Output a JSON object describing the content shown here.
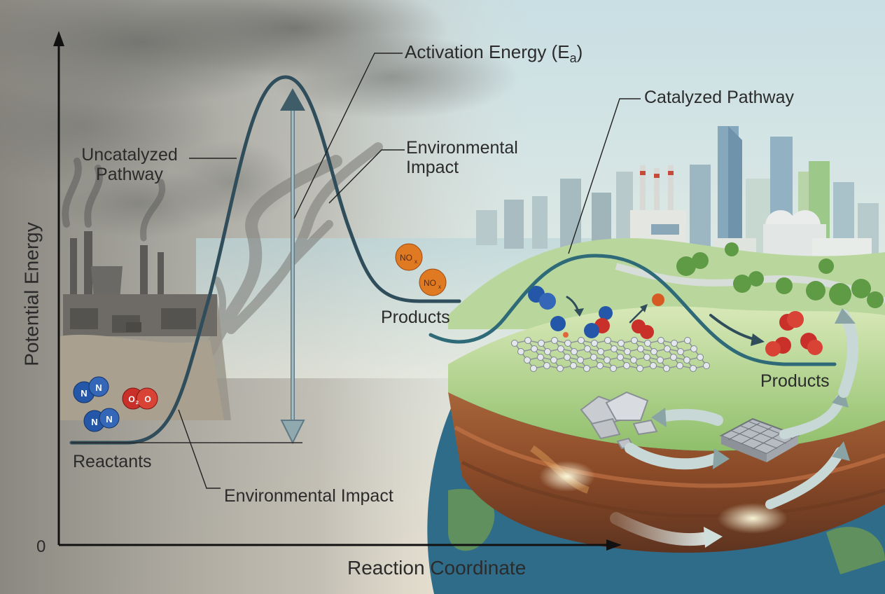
{
  "axes": {
    "y_label": "Potential Energy",
    "x_label": "Reaction Coordinate",
    "origin": "0"
  },
  "labels": {
    "activation_energy_main": "Activation Energy (E",
    "activation_energy_sub": "a",
    "activation_energy_close": ")",
    "uncatalyzed_line1": "Uncatalyzed",
    "uncatalyzed_line2": "Pathway",
    "environmental_impact_top_line1": "Environmental",
    "environmental_impact_top_line2": "Impact",
    "environmental_impact_bottom": "Environmental Impact",
    "catalyzed": "Catalyzed Pathway",
    "reactants": "Reactants",
    "products_left": "Products",
    "products_right": "Products"
  },
  "molecules": {
    "n": "N",
    "o2": "O",
    "o2_sub": "2",
    "o": "O",
    "nox": "NO",
    "nox_sub": "x"
  },
  "colors": {
    "curve": "#2f4d5a",
    "catalyzed_curve": "#2f6a78",
    "nitrogen": "#2457a8",
    "oxygen": "#c9302a",
    "nox": "#e07a22"
  }
}
